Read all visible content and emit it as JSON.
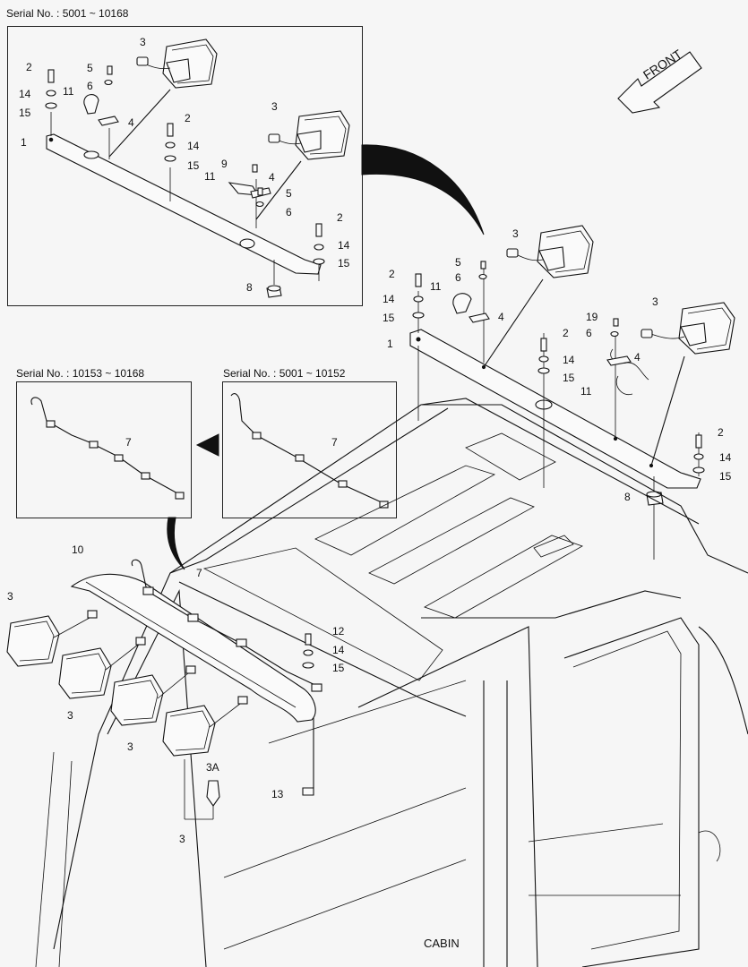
{
  "diagram": {
    "serial_main": "Serial No. : 5001 ~ 10168",
    "serial_a": "Serial No. : 10153 ~ 10168",
    "serial_b": "Serial No. : 5001 ~ 10152",
    "front_label": "FRONT",
    "cabin_label": "CABIN",
    "callouts": [
      "1",
      "2",
      "3",
      "3A",
      "4",
      "5",
      "6",
      "7",
      "8",
      "9",
      "10",
      "11",
      "12",
      "13",
      "14",
      "15",
      "19"
    ]
  }
}
